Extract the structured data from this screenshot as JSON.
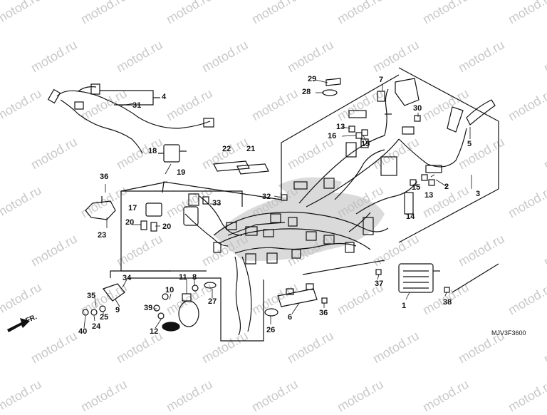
{
  "watermark": "motod.ru",
  "diagram_code": "MJV3F3600",
  "direction_label": "FR.",
  "callouts": [
    "1",
    "2",
    "3",
    "4",
    "5",
    "6",
    "7",
    "8",
    "9",
    "10",
    "11",
    "12",
    "13",
    "14",
    "15",
    "16",
    "17",
    "18",
    "19",
    "20",
    "21",
    "22",
    "23",
    "24",
    "25",
    "26",
    "27",
    "28",
    "29",
    "30",
    "31",
    "32",
    "33",
    "34",
    "35",
    "36",
    "37",
    "38",
    "39",
    "40"
  ]
}
